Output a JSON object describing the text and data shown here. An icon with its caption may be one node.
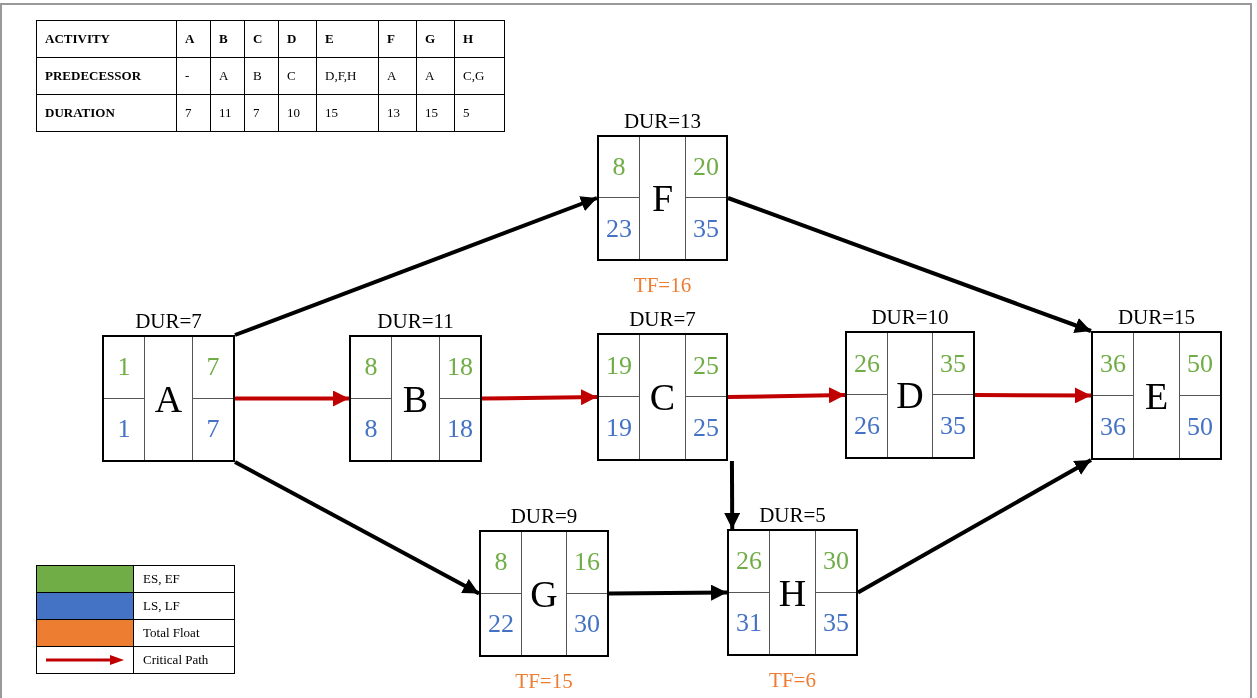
{
  "diagram": {
    "nodes": [
      {
        "text": [
          "DUR=7",
          "1",
          "A",
          "7",
          "1",
          "7"
        ]
      },
      {
        "text": [
          "DUR=11",
          "8",
          "B",
          "18",
          "8",
          "18"
        ]
      },
      {
        "text": [
          "DUR=7",
          "19",
          "C",
          "25",
          "19",
          "25"
        ]
      },
      {
        "text": [
          "DUR=10",
          "26",
          "D",
          "35",
          "26",
          "35"
        ]
      },
      {
        "text": [
          "DUR=15",
          "36",
          "E",
          "50",
          "36",
          "50"
        ]
      },
      {
        "text": [
          "DUR=13",
          "8",
          "F",
          "20",
          "23",
          "35"
        ],
        "beside": [
          "TF=16"
        ]
      },
      {
        "text": [
          "DUR=9",
          "8",
          "G",
          "16",
          "22",
          "30"
        ],
        "beside": [
          "TF=15"
        ]
      },
      {
        "text": [
          "DUR=5",
          "26",
          "H",
          "30",
          "31",
          "35"
        ],
        "beside": [
          "TF=6"
        ]
      }
    ],
    "edges": [
      {
        "from": 0,
        "to": 5,
        "arrow": "to"
      },
      {
        "from": 0,
        "to": 1,
        "arrow": "to",
        "color": "#c00000"
      },
      {
        "from": 1,
        "to": 2,
        "arrow": "to",
        "color": "#c00000"
      },
      {
        "from": 2,
        "to": 3,
        "arrow": "to",
        "color": "#c00000"
      },
      {
        "from": 3,
        "to": 4,
        "arrow": "to",
        "color": "#c00000"
      },
      {
        "from": 5,
        "to": 4,
        "arrow": "to"
      },
      {
        "from": 0,
        "to": 6,
        "arrow": "to"
      },
      {
        "from": 6,
        "to": 7,
        "arrow": "to"
      },
      {
        "from": 2,
        "to": 7,
        "arrow": "to"
      },
      {
        "from": 7,
        "to": 4,
        "arrow": "to"
      }
    ],
    "labels": [
      "ACTIVITY",
      "A",
      "B",
      "C",
      "D",
      "E",
      "F",
      "G",
      "H",
      "PREDECESSOR",
      "-",
      "A",
      "B",
      "C",
      "D,F,H",
      "A",
      "A",
      "C,G",
      "DURATION",
      "7",
      "11",
      "7",
      "10",
      "15",
      "13",
      "15",
      "5"
    ],
    "legend": [
      {
        "text": "ES, EF",
        "color": "#70ad47"
      },
      {
        "text": "LS, LF",
        "color": "#4472c4"
      },
      {
        "text": "Total Float",
        "color": "#ed7d31"
      },
      {
        "text": "Critical Path"
      }
    ]
  }
}
